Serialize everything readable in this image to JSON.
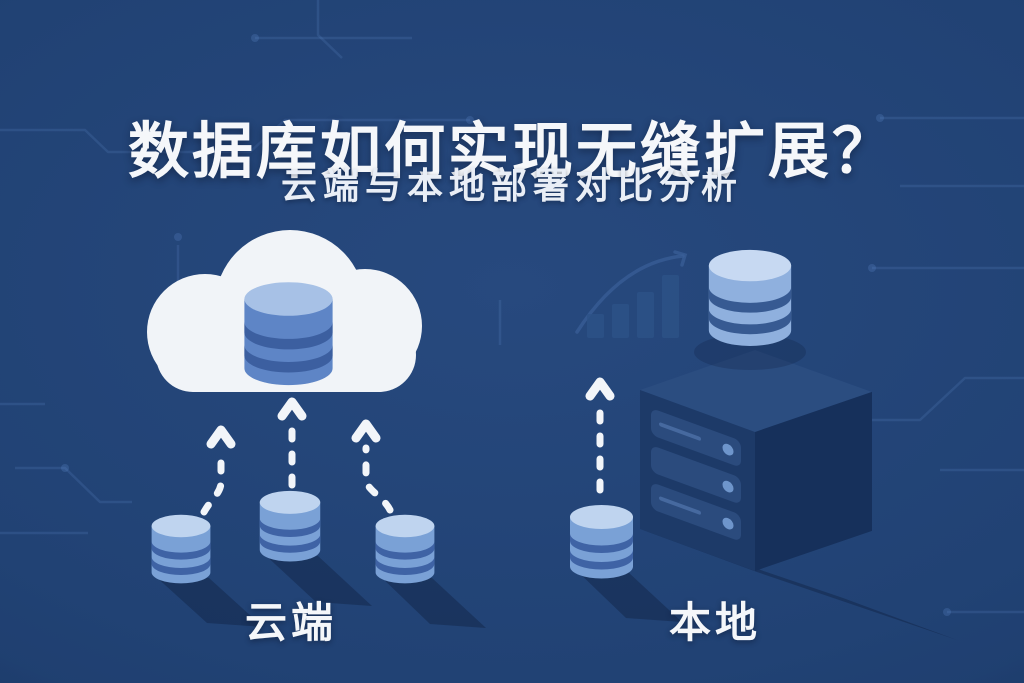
{
  "header": {
    "title": "数据库如何实现无缝扩展？",
    "subtitle": "云端与本地部署对比分析"
  },
  "sections": {
    "cloud": {
      "label": "云端"
    },
    "local": {
      "label": "本地"
    }
  },
  "palette": {
    "bg_center": "#27497e",
    "bg_mid": "#214274",
    "bg_edge": "#1a3866",
    "trace": "#5b85c4",
    "text_primary": "#f5f7fa",
    "text_secondary": "#e9eef6",
    "cloud": "#f1f4f8",
    "cyl_small_top": "#bfd4ef",
    "cyl_small_body": "#7aa1d6",
    "cyl_small_band": "#3f63a5",
    "cyl_cloud_top": "#a7c1e6",
    "cyl_cloud_body": "#5e85c6",
    "cyl_cloud_band": "#3c5fa0",
    "cyl_server_top": "#c7d9f2",
    "cyl_server_body": "#8fb0de",
    "cyl_server_band": "#375a92",
    "server_top": "#2b4d80",
    "server_front": "#1d3a68",
    "server_side": "#16305b",
    "slot": "#2b4b7d",
    "slot_line": "#46699f",
    "slot_dot": "#6e95cb",
    "arrow": "#f2f5f9",
    "shadow": "rgba(13,28,57,0.38)",
    "chart_bar": "#2d5287",
    "chart_line": "#3a5f99"
  }
}
